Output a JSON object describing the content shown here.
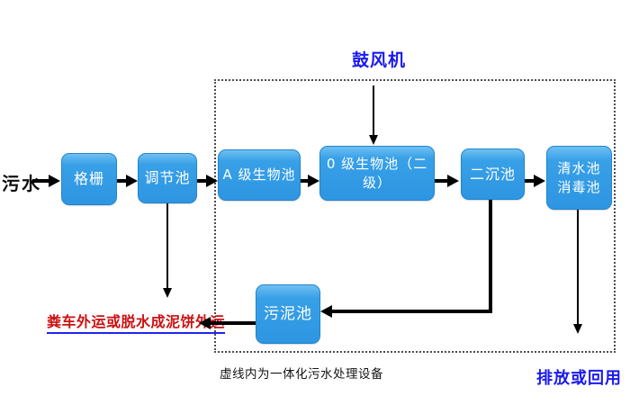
{
  "diagram": {
    "influent_label": "污水",
    "blower_label": "鼓风机",
    "sludge_out_label": "粪车外运或脱水成泥饼外运",
    "boundary_caption": "虚线内为一体化污水处理设备",
    "discharge_label": "排放或回用",
    "nodes": {
      "grid": {
        "label": "格栅"
      },
      "regulating_tank": {
        "label": "调节池"
      },
      "a_bio_tank": {
        "label": "A 级生物池"
      },
      "o_bio_tank": {
        "label": "0 级生物池（二级）"
      },
      "secondary_sedimentation_tank": {
        "label": "二沉池"
      },
      "clear_water_tank": {
        "line1": "清水池",
        "line2": "消毒池"
      },
      "sludge_tank": {
        "label": "污泥池"
      }
    },
    "colors": {
      "node_fill": "#2e96e2",
      "node_fill_light": "#6fc0f2",
      "node_border": "#2185cd",
      "node_text": "#ffffff",
      "blue_text": "#1a1aee",
      "red_text": "#cc1111",
      "underline": "#2323ee",
      "arrow": "#000000",
      "boundary": "#4d4d4d",
      "background": "#ffffff"
    }
  }
}
